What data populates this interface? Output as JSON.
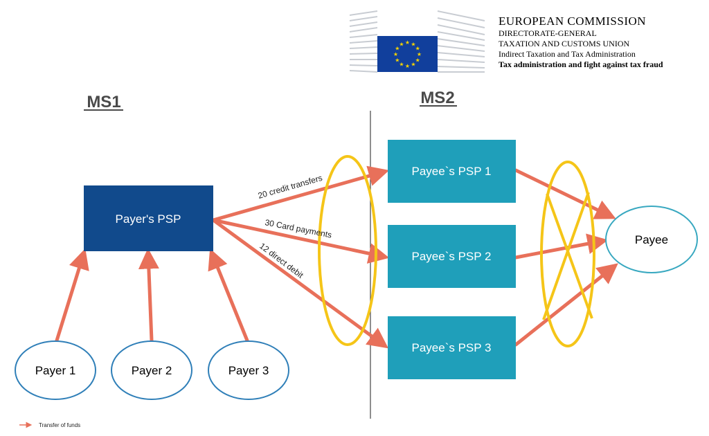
{
  "header": {
    "org_title": "EUROPEAN COMMISSION",
    "line1": "DIRECTORATE-GENERAL",
    "line2": "TAXATION AND CUSTOMS UNION",
    "line3": "Indirect Taxation and Tax Administration",
    "line4": "Tax administration and fight against tax fraud"
  },
  "regions": {
    "ms1": "MS1",
    "ms2": "MS2"
  },
  "nodes": {
    "payers_psp": "Payer's PSP",
    "payee_psp_1": "Payee`s PSP 1",
    "payee_psp_2": "Payee`s PSP 2",
    "payee_psp_3": "Payee`s PSP 3",
    "payee": "Payee",
    "payer_1": "Payer 1",
    "payer_2": "Payer 2",
    "payer_3": "Payer 3"
  },
  "edge_labels": {
    "credit_transfers": "20 credit transfers",
    "card_payments": "30 Card payments",
    "direct_debit": "12 direct debit"
  },
  "legend": {
    "transfer_label": "Transfer of funds"
  },
  "colors": {
    "arrow": "#e8705a",
    "dark_box": "#114a8c",
    "teal_box": "#1f9fba",
    "ellipse_outline": "#2f7fb8",
    "highlight": "#f5c518",
    "eu_flag": "#113f9c",
    "eu_star": "#f5d300"
  }
}
